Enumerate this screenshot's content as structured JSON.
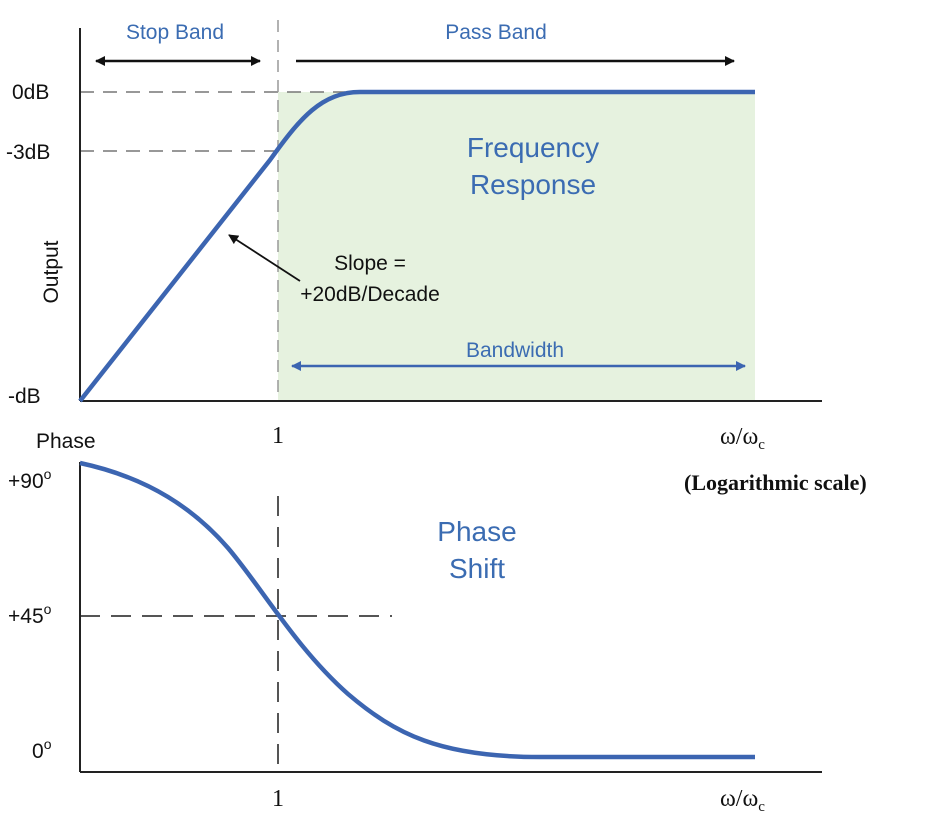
{
  "colors": {
    "curve": "#3c65b1",
    "band_fill": "#e6f2df",
    "blue_text": "#3b6cb2",
    "axis": "#222222",
    "dash": "#777777"
  },
  "top_plot": {
    "stop_band_label": "Stop Band",
    "pass_band_label": "Pass Band",
    "y_ticks": [
      "0dB",
      "-3dB",
      "-dB"
    ],
    "y_axis_label": "Output",
    "region_label_line1": "Frequency",
    "region_label_line2": "Response",
    "slope_label_line1": "Slope =",
    "slope_label_line2": "+20dB/Decade",
    "bandwidth_label": "Bandwidth",
    "x_marker": "1",
    "x_axis_omega": "ω/ω",
    "x_axis_sub": "c",
    "scale_note": "(Logarithmic scale)"
  },
  "bottom_plot": {
    "y_axis_label": "Phase",
    "y_ticks": [
      "+90",
      "+45",
      "0"
    ],
    "degree_symbol": "o",
    "region_label_line1": "Phase",
    "region_label_line2": "Shift",
    "x_marker": "1",
    "x_axis_omega": "ω/ω",
    "x_axis_sub": "c"
  }
}
